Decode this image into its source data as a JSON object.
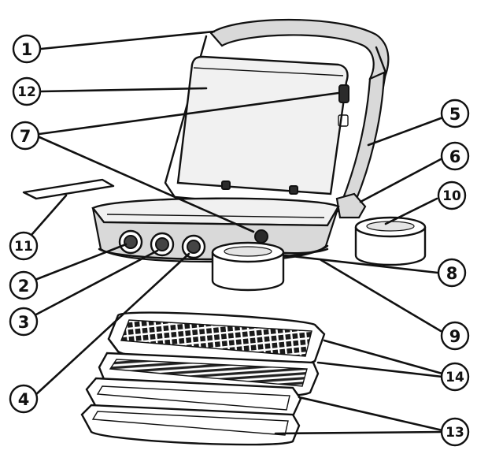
{
  "callouts": [
    {
      "id": "1",
      "label": "1"
    },
    {
      "id": "12",
      "label": "12"
    },
    {
      "id": "7",
      "label": "7"
    },
    {
      "id": "5",
      "label": "5"
    },
    {
      "id": "6",
      "label": "6"
    },
    {
      "id": "10",
      "label": "10"
    },
    {
      "id": "11",
      "label": "11"
    },
    {
      "id": "2",
      "label": "2"
    },
    {
      "id": "8",
      "label": "8"
    },
    {
      "id": "3",
      "label": "3"
    },
    {
      "id": "9",
      "label": "9"
    },
    {
      "id": "14",
      "label": "14"
    },
    {
      "id": "4",
      "label": "4"
    },
    {
      "id": "13",
      "label": "13"
    }
  ]
}
